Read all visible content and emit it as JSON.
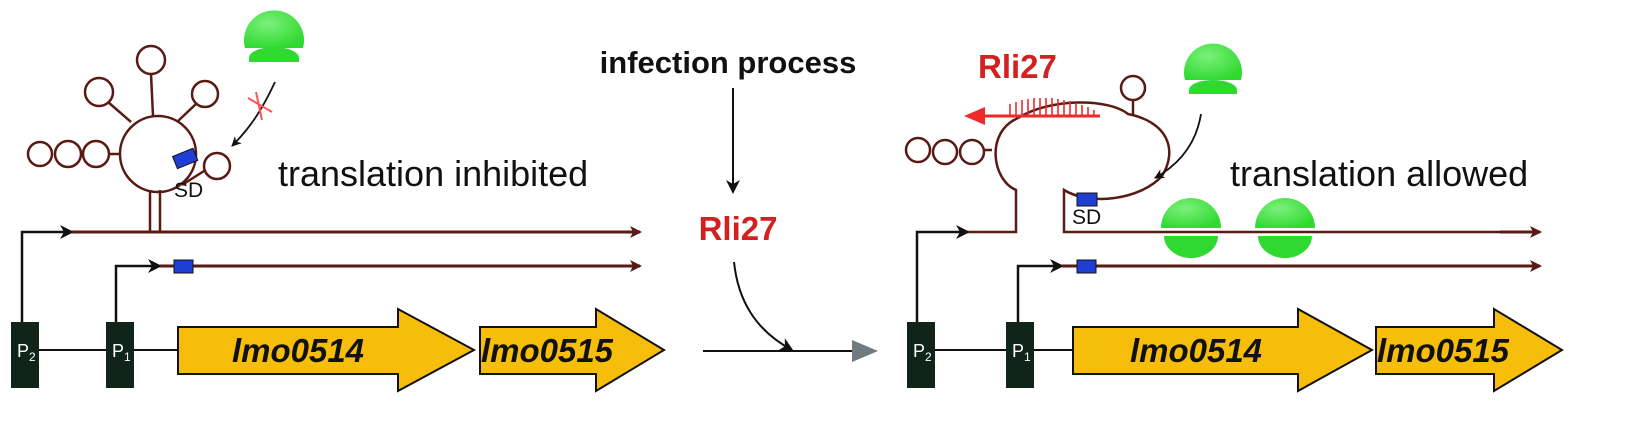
{
  "left_panel": {
    "status_text": "translation inhibited",
    "sd_label": "SD",
    "promoter2": {
      "letter": "P",
      "sub": "2"
    },
    "promoter1": {
      "letter": "P",
      "sub": "1"
    },
    "genes": [
      "lmo0514",
      "lmo0515"
    ]
  },
  "middle": {
    "process_label": "infection process",
    "rna_label": "Rli27"
  },
  "right_panel": {
    "srna_label": "Rli27",
    "status_text": "translation allowed",
    "sd_label": "SD",
    "promoter2": {
      "letter": "P",
      "sub": "2"
    },
    "promoter1": {
      "letter": "P",
      "sub": "1"
    },
    "genes": [
      "lmo0514",
      "lmo0515"
    ]
  },
  "colors": {
    "mrna": "#5a1a14",
    "gene_fill": "#f6be0a",
    "ribosome": "#2fd92f",
    "sd_box": "#1f3fd4",
    "srna": "#ee2a2a",
    "promoter": "#10241a"
  }
}
